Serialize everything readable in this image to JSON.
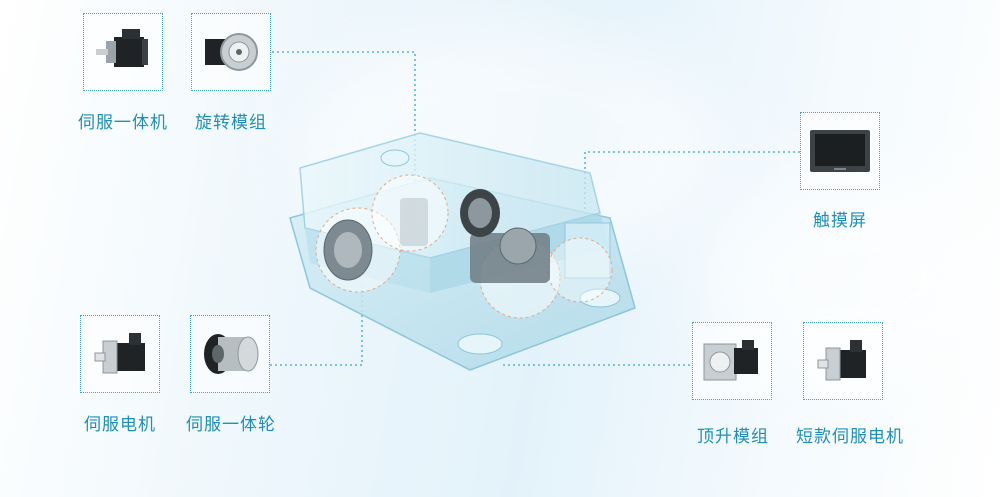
{
  "components": {
    "servo_integrated": {
      "label": "伺服一体机",
      "icon": "servo-integrated-motor-icon"
    },
    "rotation_module": {
      "label": "旋转模组",
      "icon": "rotation-module-icon"
    },
    "touch_screen": {
      "label": "触摸屏",
      "icon": "touch-screen-icon"
    },
    "servo_motor": {
      "label": "伺服电机",
      "icon": "servo-motor-icon"
    },
    "servo_wheel": {
      "label": "伺服一体轮",
      "icon": "servo-wheel-icon"
    },
    "lift_module": {
      "label": "顶升模组",
      "icon": "lift-module-icon"
    },
    "short_servo_motor": {
      "label": "短款伺服电机",
      "icon": "short-servo-motor-icon"
    }
  },
  "colors": {
    "accent": "#1f8fb8",
    "dotted_line": "#3aa7c9",
    "agv_body": "#bfe3ef"
  }
}
